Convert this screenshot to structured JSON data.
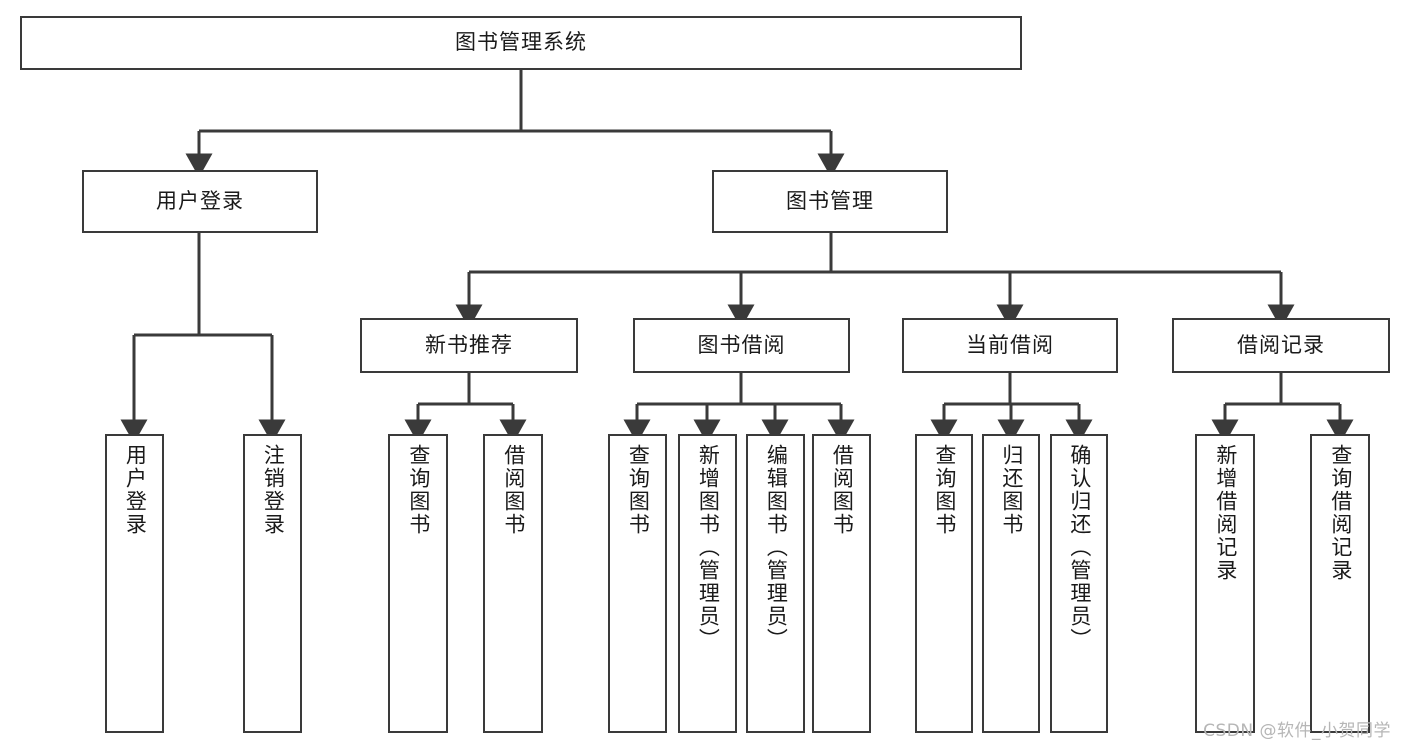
{
  "diagram": {
    "title": "图书管理系统",
    "watermark": "CSDN @软件_小贺同学",
    "line_color": "#3a3a3a",
    "box_fill": "#ffffff",
    "text_color": "#1a1a1a",
    "watermark_color": "#b6b6b6",
    "type": "tree",
    "nodes": {
      "root": {
        "label": "图书管理系统",
        "level": 0,
        "orientation": "horizontal"
      },
      "user_login": {
        "label": "用户登录",
        "level": 1,
        "orientation": "horizontal"
      },
      "book_manage": {
        "label": "图书管理",
        "level": 1,
        "orientation": "horizontal"
      },
      "new_book_rec": {
        "label": "新书推荐",
        "level": 2,
        "orientation": "horizontal"
      },
      "book_borrow": {
        "label": "图书借阅",
        "level": 2,
        "orientation": "horizontal"
      },
      "current_borrow": {
        "label": "当前借阅",
        "level": 2,
        "orientation": "horizontal"
      },
      "borrow_record": {
        "label": "借阅记录",
        "level": 2,
        "orientation": "horizontal"
      },
      "leaf_user_login": {
        "label": "用户登录",
        "level": 3,
        "orientation": "vertical"
      },
      "leaf_logout": {
        "label": "注销登录",
        "level": 3,
        "orientation": "vertical"
      },
      "leaf_query_book_1": {
        "label": "查询图书",
        "level": 3,
        "orientation": "vertical"
      },
      "leaf_borrow_book_1": {
        "label": "借阅图书",
        "level": 3,
        "orientation": "vertical"
      },
      "leaf_query_book_2": {
        "label": "查询图书",
        "level": 3,
        "orientation": "vertical"
      },
      "leaf_add_book": {
        "label": "新增图书（管理员）",
        "level": 3,
        "orientation": "vertical"
      },
      "leaf_edit_book": {
        "label": "编辑图书（管理员）",
        "level": 3,
        "orientation": "vertical"
      },
      "leaf_borrow_book_2": {
        "label": "借阅图书",
        "level": 3,
        "orientation": "vertical"
      },
      "leaf_query_book_3": {
        "label": "查询图书",
        "level": 3,
        "orientation": "vertical"
      },
      "leaf_return_book": {
        "label": "归还图书",
        "level": 3,
        "orientation": "vertical"
      },
      "leaf_confirm_return": {
        "label": "确认归还（管理员）",
        "level": 3,
        "orientation": "vertical"
      },
      "leaf_add_record": {
        "label": "新增借阅记录",
        "level": 3,
        "orientation": "vertical"
      },
      "leaf_query_record": {
        "label": "查询借阅记录",
        "level": 3,
        "orientation": "vertical"
      }
    },
    "edges": [
      {
        "from": "root",
        "to": "user_login"
      },
      {
        "from": "root",
        "to": "book_manage"
      },
      {
        "from": "user_login",
        "to": "leaf_user_login"
      },
      {
        "from": "user_login",
        "to": "leaf_logout"
      },
      {
        "from": "book_manage",
        "to": "new_book_rec"
      },
      {
        "from": "book_manage",
        "to": "book_borrow"
      },
      {
        "from": "book_manage",
        "to": "current_borrow"
      },
      {
        "from": "book_manage",
        "to": "borrow_record"
      },
      {
        "from": "new_book_rec",
        "to": "leaf_query_book_1"
      },
      {
        "from": "new_book_rec",
        "to": "leaf_borrow_book_1"
      },
      {
        "from": "book_borrow",
        "to": "leaf_query_book_2"
      },
      {
        "from": "book_borrow",
        "to": "leaf_add_book"
      },
      {
        "from": "book_borrow",
        "to": "leaf_edit_book"
      },
      {
        "from": "book_borrow",
        "to": "leaf_borrow_book_2"
      },
      {
        "from": "current_borrow",
        "to": "leaf_query_book_3"
      },
      {
        "from": "current_borrow",
        "to": "leaf_return_book"
      },
      {
        "from": "current_borrow",
        "to": "leaf_confirm_return"
      },
      {
        "from": "borrow_record",
        "to": "leaf_add_record"
      },
      {
        "from": "borrow_record",
        "to": "leaf_query_record"
      }
    ]
  }
}
